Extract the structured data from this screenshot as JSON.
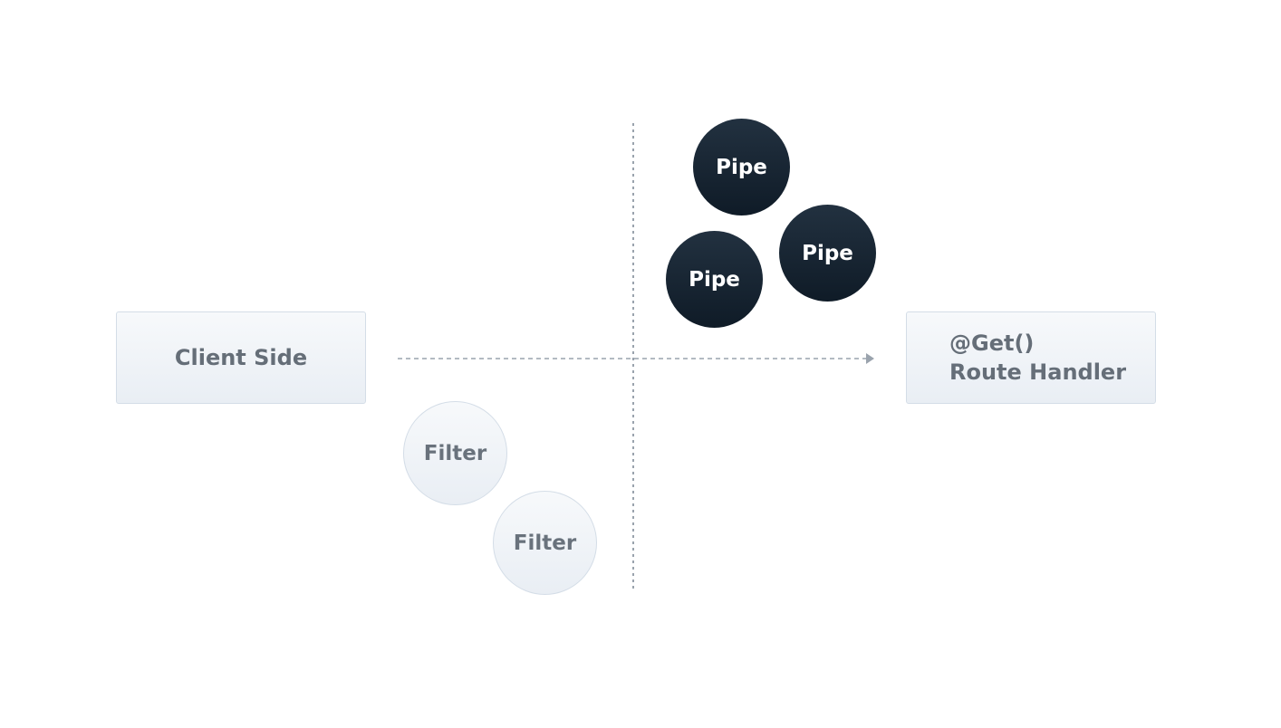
{
  "client": {
    "label": "Client Side"
  },
  "handler": {
    "line1": "@Get()",
    "line2": "Route Handler"
  },
  "filters": [
    {
      "label": "Filter"
    },
    {
      "label": "Filter"
    }
  ],
  "pipes": [
    {
      "label": "Pipe"
    },
    {
      "label": "Pipe"
    },
    {
      "label": "Pipe"
    }
  ],
  "colors": {
    "line": "#9aa3ad",
    "pipe": "#1a2836",
    "box": "#eef2f6",
    "text": "#656e78"
  }
}
